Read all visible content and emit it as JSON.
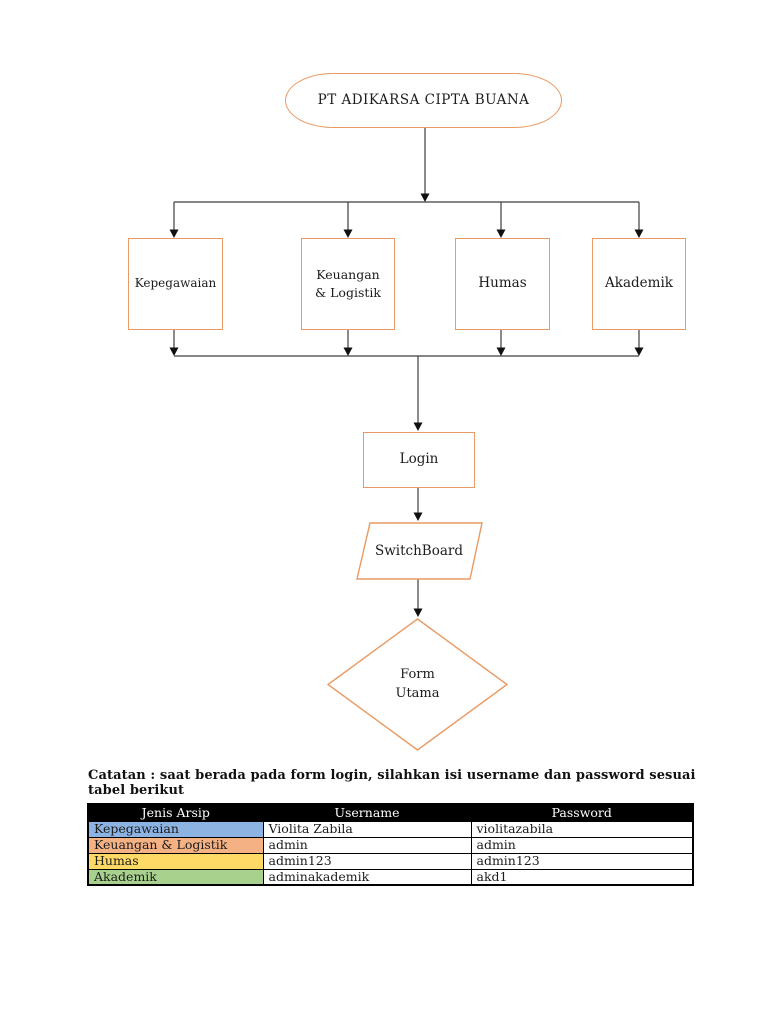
{
  "flowchart": {
    "root_label": "PT ADIKARSA CIPTA BUANA",
    "departments": [
      "Kepegawaian",
      "Keuangan\n& Logistik",
      "Humas",
      "Akademik"
    ],
    "login_label": "Login",
    "switchboard_label": "SwitchBoard",
    "form_utama_label": "Form\nUtama",
    "shape_border_color": "#E99A62",
    "connector_color": "#3d3d3d",
    "arrowhead_color": "#111111"
  },
  "note": {
    "text": "Catatan : saat berada pada form login, silahkan isi username dan password sesuai tabel berikut"
  },
  "credentials_table": {
    "headers": [
      "Jenis Arsip",
      "Username",
      "Password"
    ],
    "header_bg": "#000000",
    "header_text_color": "#ffffff",
    "rows": [
      {
        "jenis_arsip": "Kepegawaian",
        "username": "Violita Zabila",
        "password": "violitazabila",
        "row_color": "#8DB3E2"
      },
      {
        "jenis_arsip": "Keuangan & Logistik",
        "username": "admin",
        "password": "admin",
        "row_color": "#F4B183"
      },
      {
        "jenis_arsip": "Humas",
        "username": "admin123",
        "password": "admin123",
        "row_color": "#FFD966"
      },
      {
        "jenis_arsip": "Akademik",
        "username": "adminakademik",
        "password": "akd1",
        "row_color": "#A9D18E"
      }
    ]
  }
}
